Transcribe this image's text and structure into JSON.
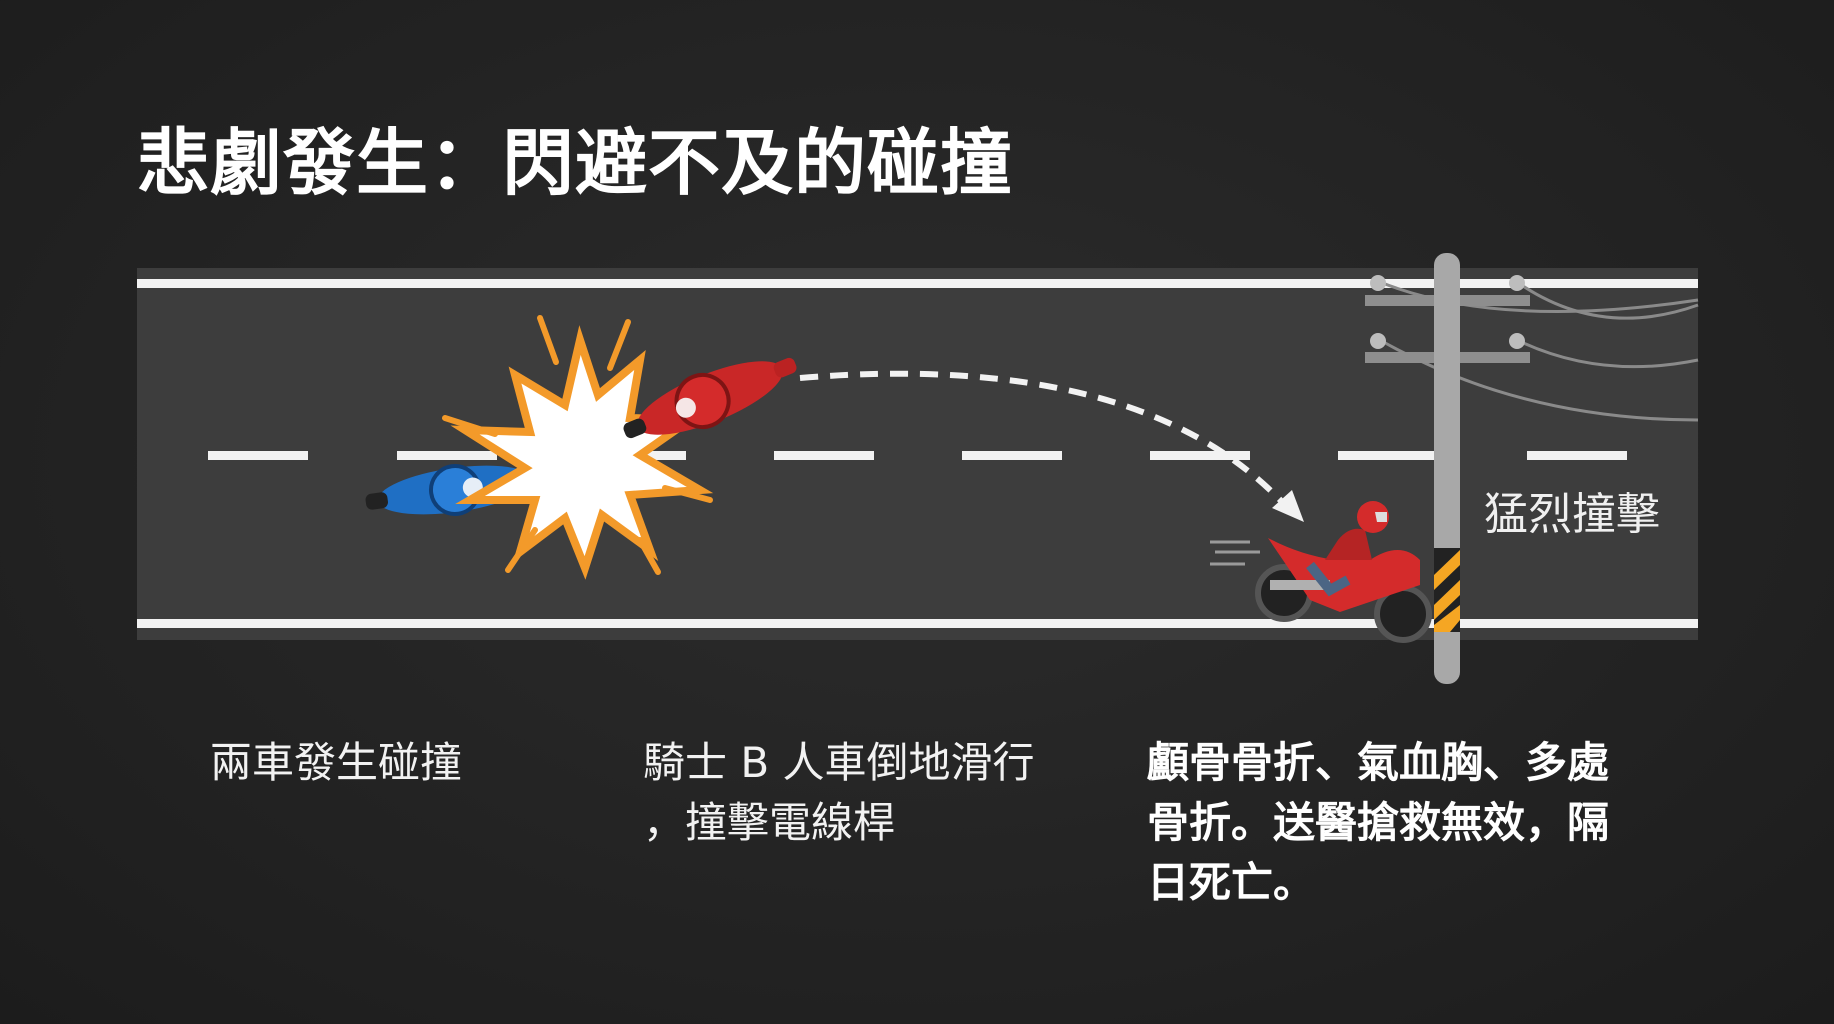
{
  "title": "悲劇發生：閃避不及的碰撞",
  "impact_label": "猛烈撞擊",
  "captions": {
    "step1": "兩車發生碰撞",
    "step2_line1": "騎士 B 人車倒地滑行",
    "step2_line2": "，撞擊電線桿",
    "step3_line1": "顱骨骨折、氣血胸、多處",
    "step3_line2": "骨折。送醫搶救無效，隔",
    "step3_line3": "日死亡。"
  },
  "colors": {
    "road": "#3d3d3d",
    "lane_line": "#f2f2f2",
    "rider_a": "#1f6fc4",
    "rider_b": "#d42b2b",
    "explosion": "#f39a2a",
    "pole": "#a8a8a8",
    "hazard_stripe": "#f5a623"
  }
}
